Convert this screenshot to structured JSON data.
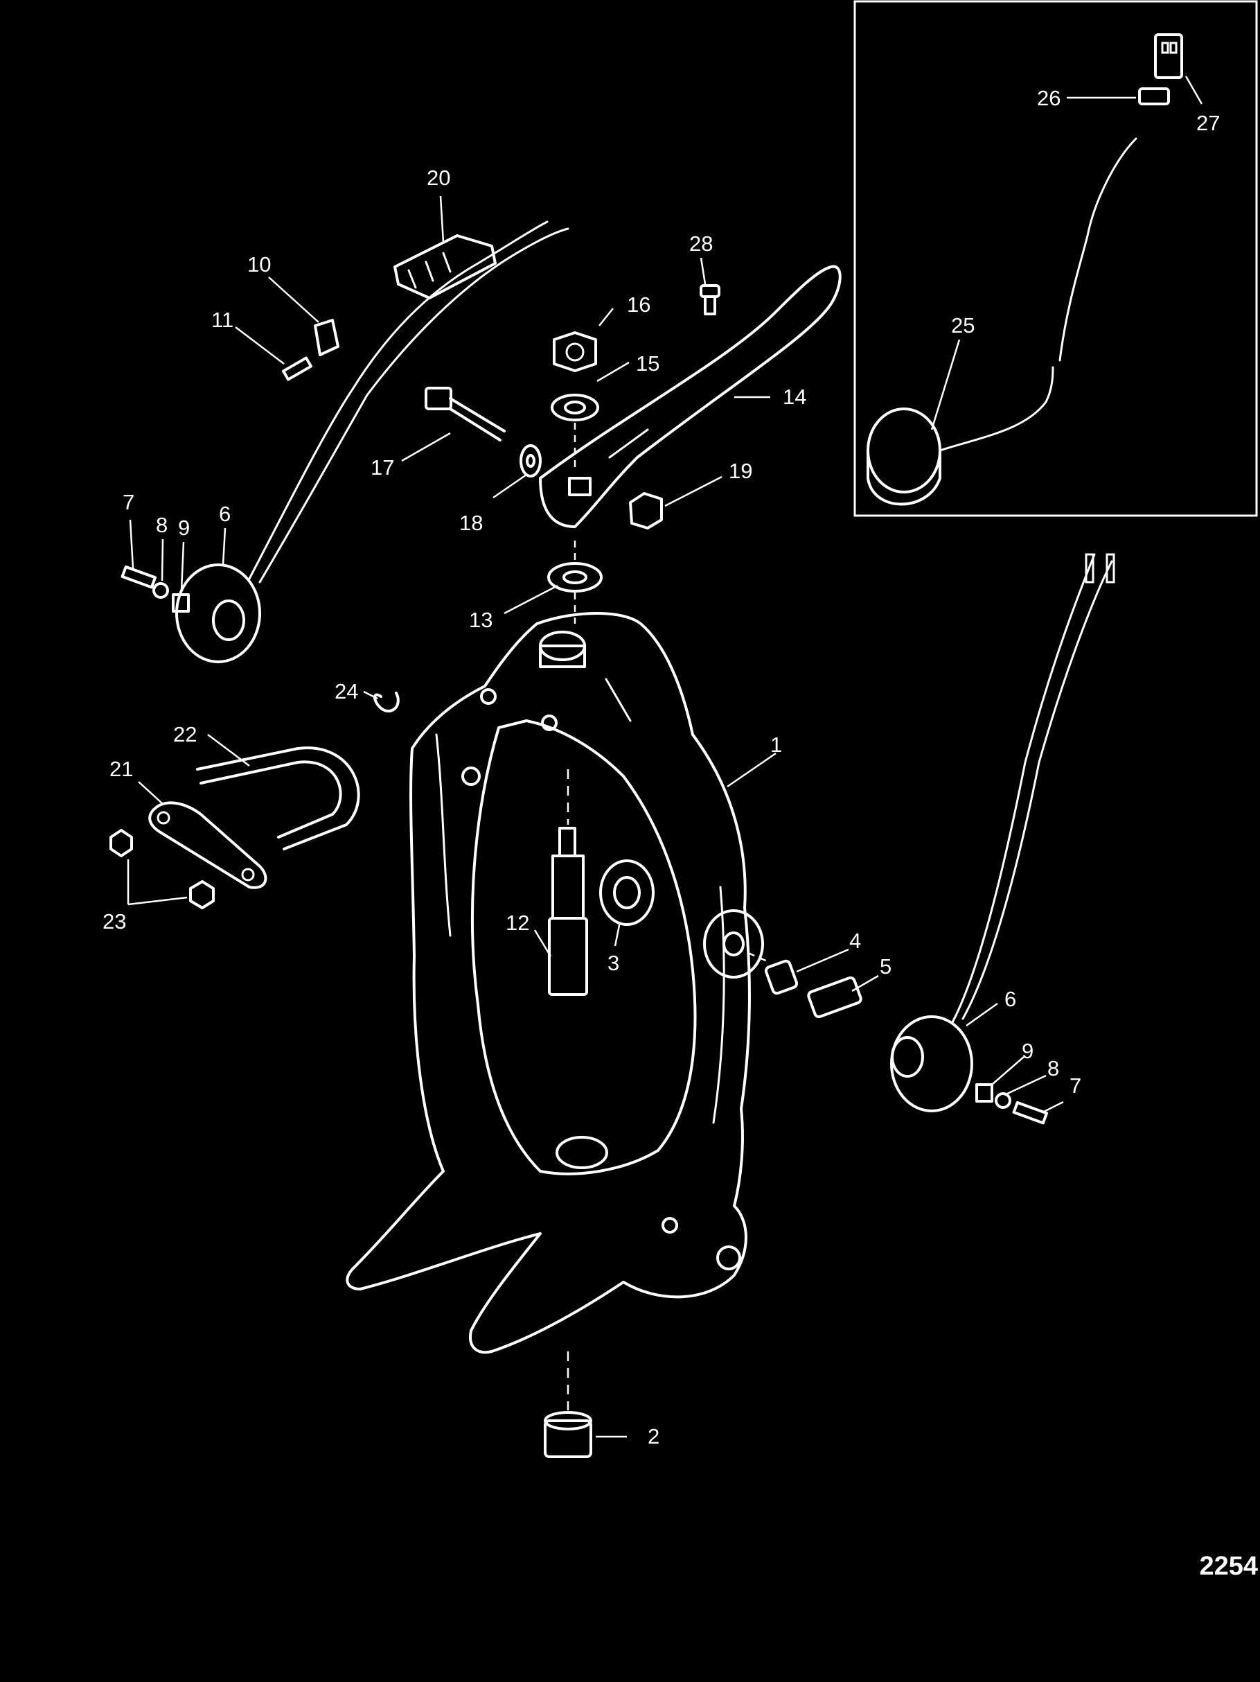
{
  "figure_number": "2254",
  "callouts": {
    "n1": "1",
    "n2": "2",
    "n3": "3",
    "n4": "4",
    "n5": "5",
    "n6a": "6",
    "n6b": "6",
    "n7a": "7",
    "n7b": "7",
    "n8a": "8",
    "n8b": "8",
    "n9a": "9",
    "n9b": "9",
    "n10": "10",
    "n11": "11",
    "n12": "12",
    "n13": "13",
    "n14": "14",
    "n15": "15",
    "n16": "16",
    "n17": "17",
    "n18": "18",
    "n19": "19",
    "n20": "20",
    "n21": "21",
    "n22": "22",
    "n23": "23",
    "n24": "24",
    "n25": "25",
    "n26": "26",
    "n27": "27",
    "n28": "28"
  }
}
